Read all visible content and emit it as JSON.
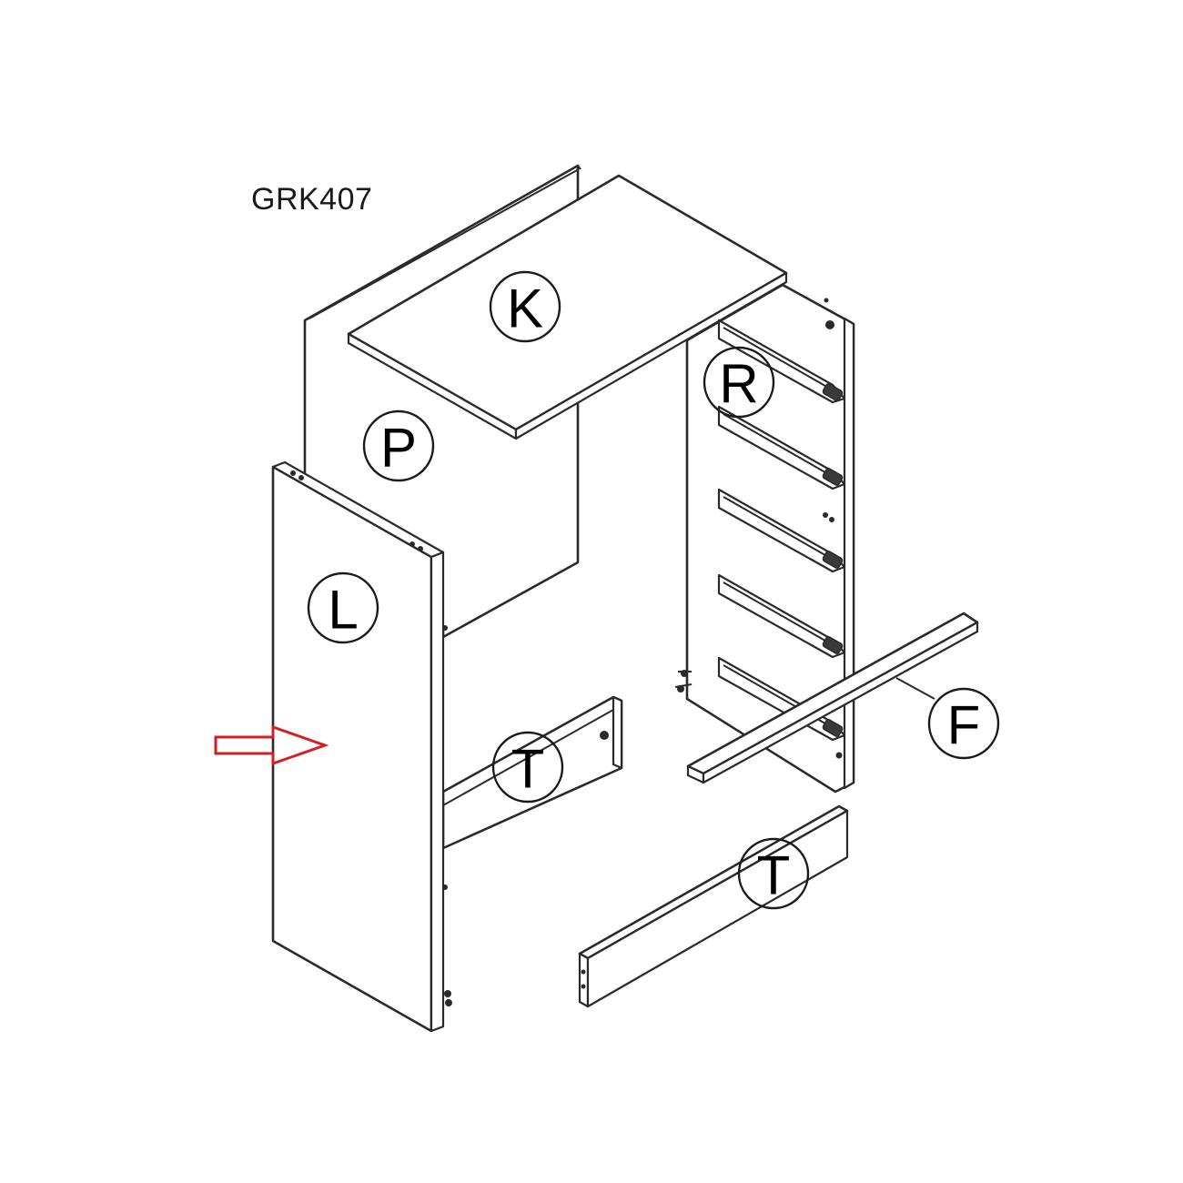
{
  "model": "GRK407",
  "parts": {
    "K": "K",
    "P": "P",
    "R": "R",
    "L": "L",
    "T_upper": "T",
    "T_lower": "T",
    "F": "F"
  },
  "colors": {
    "line": "#2a2a2a",
    "arrow": "#d21f1f",
    "background": "#ffffff"
  },
  "icons": {
    "arrow": "right-arrow-outline-icon"
  }
}
